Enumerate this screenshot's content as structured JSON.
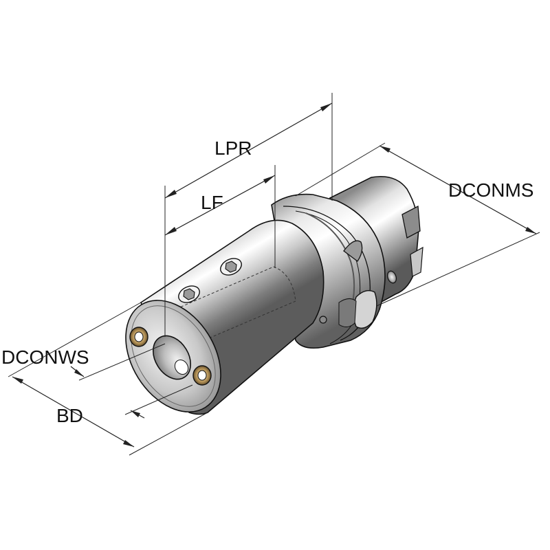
{
  "diagram": {
    "labels": {
      "lpr": "LPR",
      "lf": "LF",
      "dconms": "DCONMS",
      "dconws": "DCONWS",
      "bd": "BD"
    }
  }
}
